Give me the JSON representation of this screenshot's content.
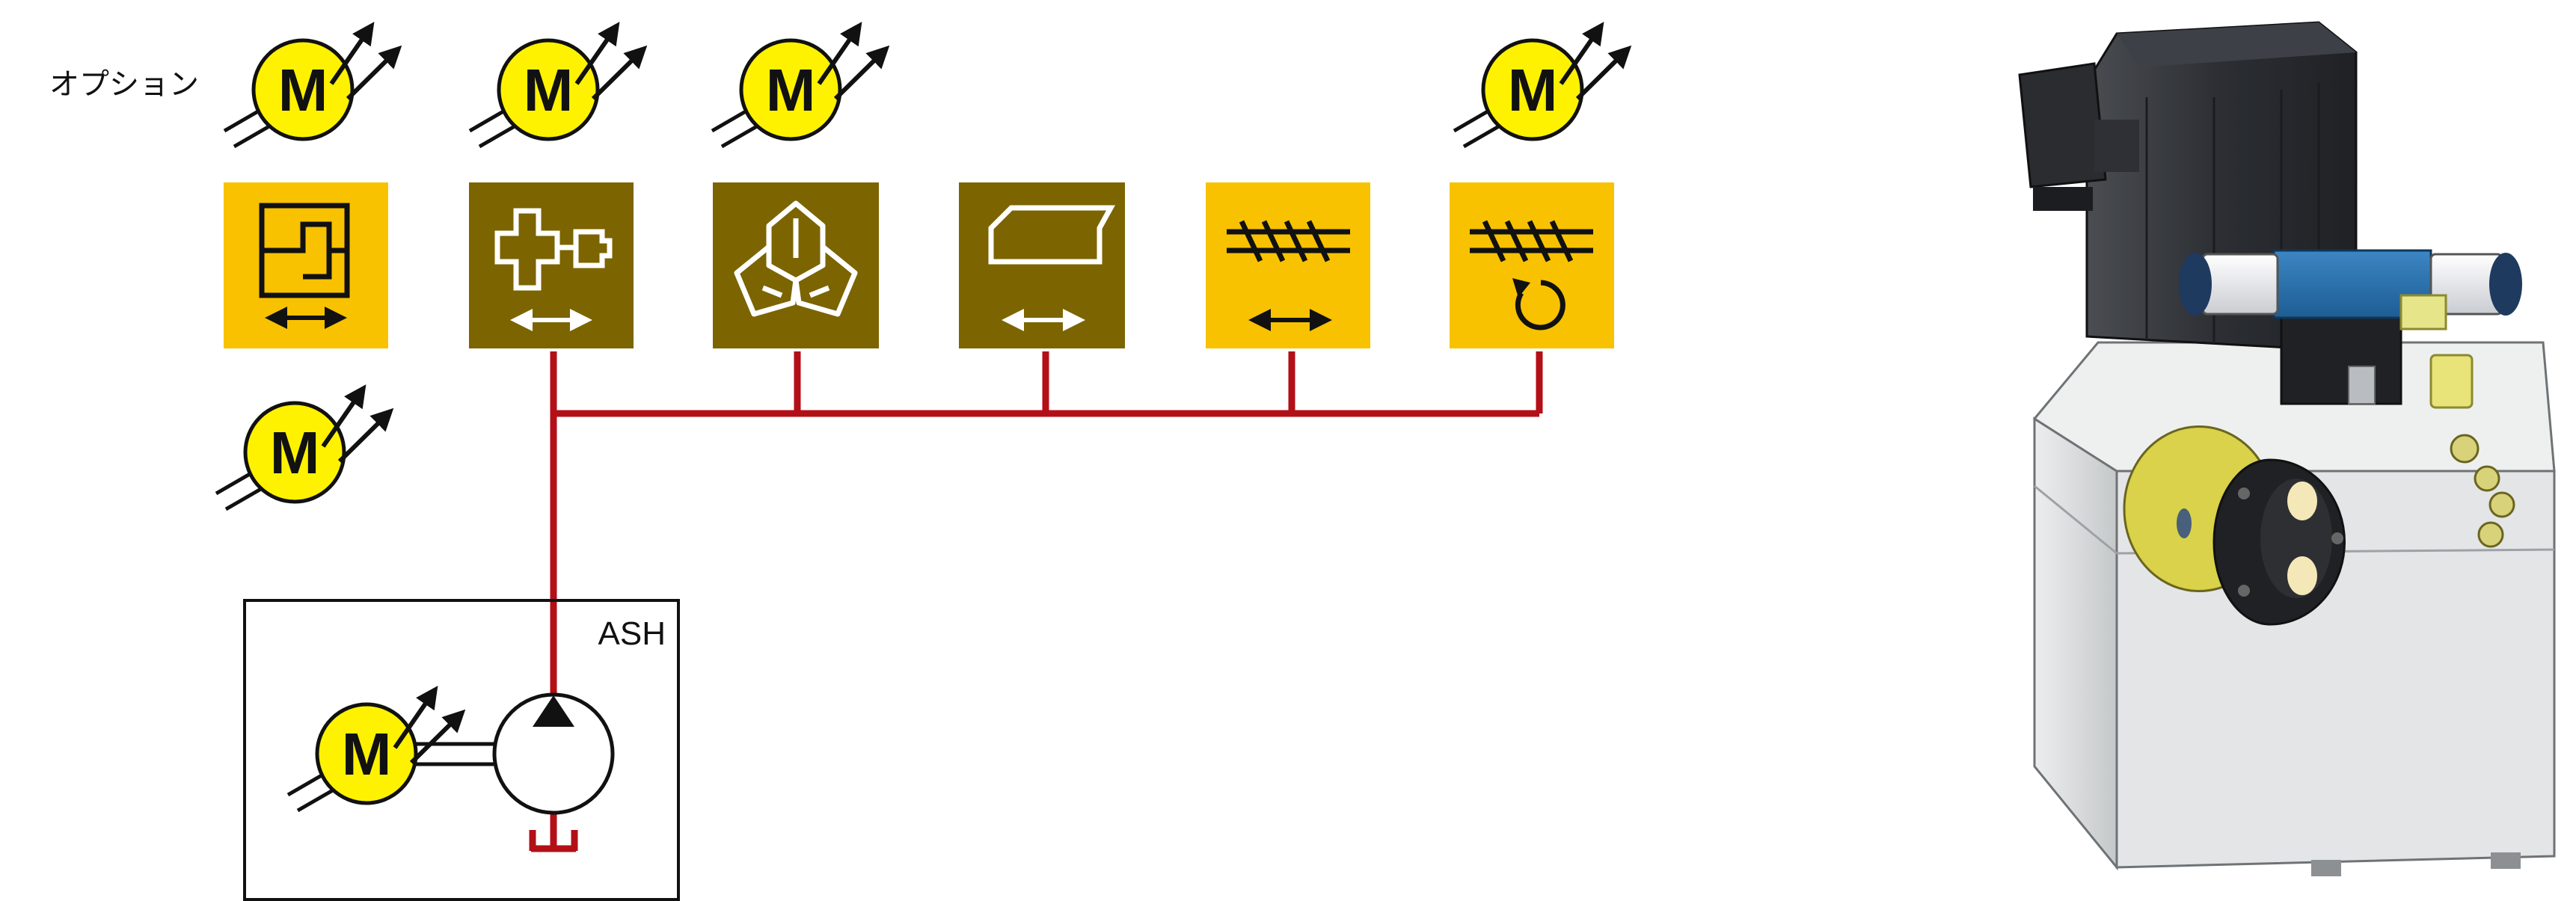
{
  "option_label": "オプション",
  "unit_label": "ASH",
  "motor_letter": "M",
  "colors": {
    "gold": "#f8c200",
    "olive": "#7c6400",
    "line_red": "#b30f17",
    "motor_yellow": "#fff200",
    "black": "#111111",
    "white": "#ffffff"
  },
  "function_tiles": [
    {
      "icon": "valve-gate-icon",
      "fill": "gold",
      "motion": "linear"
    },
    {
      "icon": "injection-unit-icon",
      "fill": "olive",
      "motion": "linear"
    },
    {
      "icon": "core-pull-icon",
      "fill": "olive",
      "motion": "none"
    },
    {
      "icon": "nozzle-icon",
      "fill": "olive",
      "motion": "linear"
    },
    {
      "icon": "screw-icon",
      "fill": "gold",
      "motion": "linear"
    },
    {
      "icon": "screw-icon",
      "fill": "gold",
      "motion": "rotary"
    }
  ],
  "optional_motors_on_tiles": [
    0,
    1,
    2,
    5
  ],
  "extra_optional_motor": true,
  "product_image": "hydraulic-power-unit-image"
}
